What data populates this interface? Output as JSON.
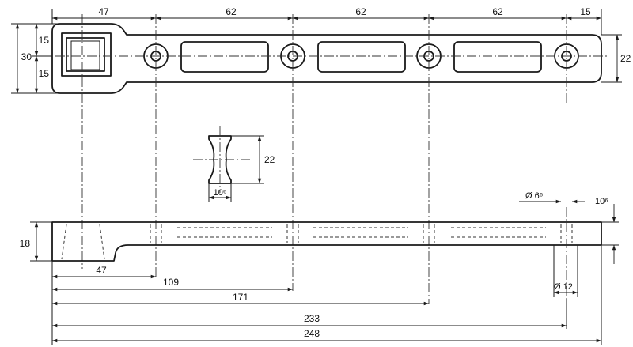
{
  "dimensions": {
    "top_47": "47",
    "top_62_a": "62",
    "top_62_b": "62",
    "top_62_c": "62",
    "top_15": "15",
    "left_30": "30",
    "left_15_top": "15",
    "left_15_bottom": "15",
    "right_22": "22",
    "section_22": "22",
    "section_10": "10⁶",
    "elev_18": "18",
    "elev_47": "47",
    "elev_109": "109",
    "elev_171": "171",
    "elev_233": "233",
    "elev_248": "248",
    "hole_dia_6": "Ø 6⁶",
    "hole_depth_10": "10⁶",
    "hole_dia_12": "Ø 12"
  }
}
